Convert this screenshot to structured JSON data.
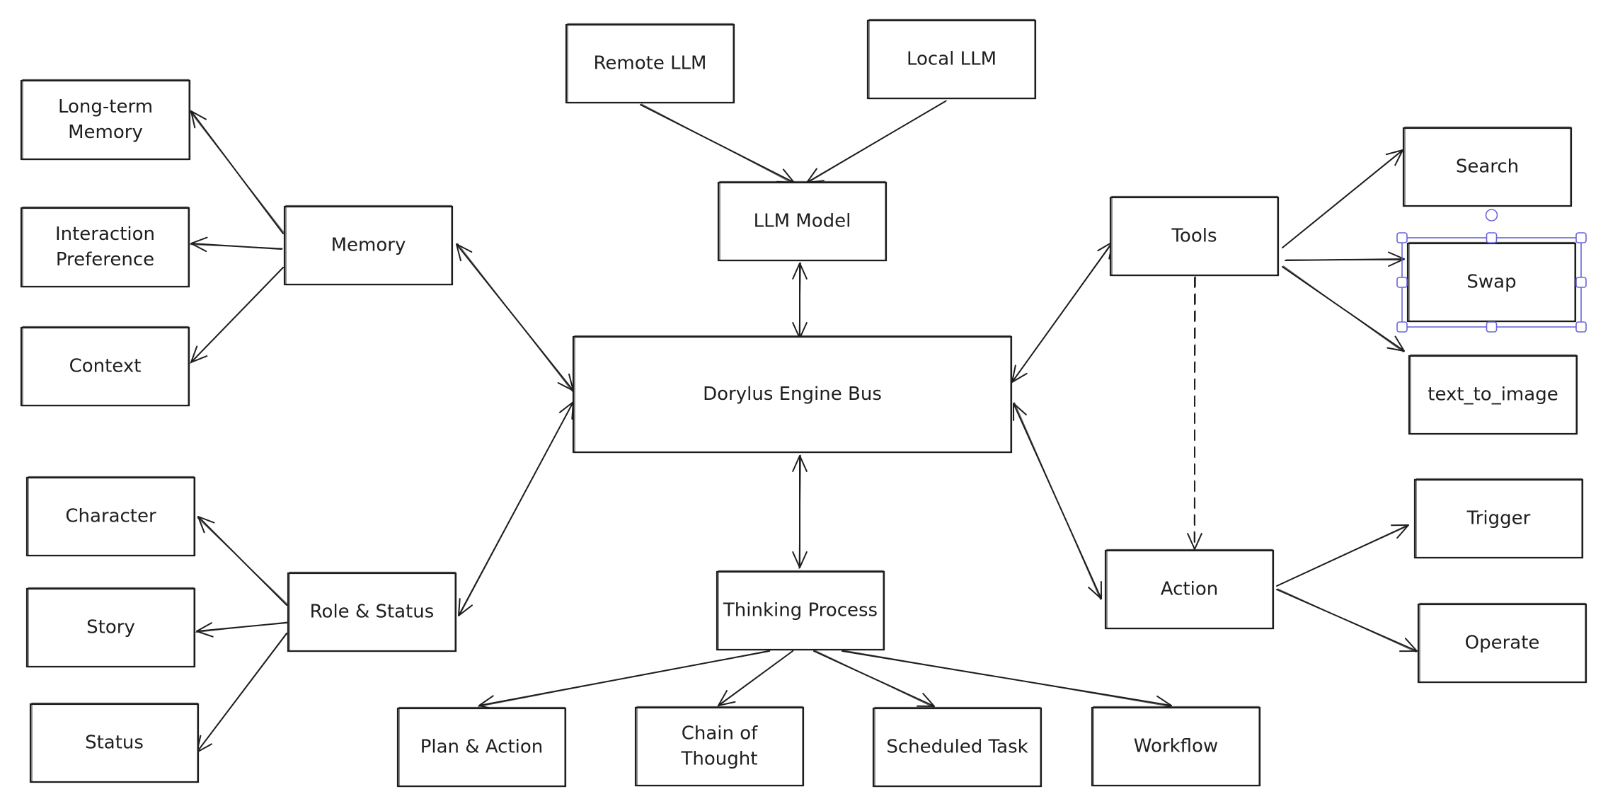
{
  "diagram": {
    "nodes": [
      {
        "id": "remote_llm",
        "label": [
          "Remote LLM"
        ]
      },
      {
        "id": "local_llm",
        "label": [
          "Local LLM"
        ]
      },
      {
        "id": "llm_model",
        "label": [
          "LLM Model"
        ]
      },
      {
        "id": "engine_bus",
        "label": [
          "Dorylus Engine Bus"
        ]
      },
      {
        "id": "memory",
        "label": [
          "Memory"
        ]
      },
      {
        "id": "long_term_memory",
        "label": [
          "Long-term",
          "Memory"
        ]
      },
      {
        "id": "interaction_preference",
        "label": [
          "Interaction",
          "Preference"
        ]
      },
      {
        "id": "context",
        "label": [
          "Context"
        ]
      },
      {
        "id": "role_status",
        "label": [
          "Role & Status"
        ]
      },
      {
        "id": "character",
        "label": [
          "Character"
        ]
      },
      {
        "id": "story",
        "label": [
          "Story"
        ]
      },
      {
        "id": "status",
        "label": [
          "Status"
        ]
      },
      {
        "id": "thinking_process",
        "label": [
          "Thinking Process"
        ]
      },
      {
        "id": "plan_action",
        "label": [
          "Plan & Action"
        ]
      },
      {
        "id": "chain_of_thought",
        "label": [
          "Chain of",
          "Thought"
        ]
      },
      {
        "id": "scheduled_task",
        "label": [
          "Scheduled Task"
        ]
      },
      {
        "id": "workflow",
        "label": [
          "Workflow"
        ]
      },
      {
        "id": "tools",
        "label": [
          "Tools"
        ]
      },
      {
        "id": "search",
        "label": [
          "Search"
        ]
      },
      {
        "id": "swap",
        "label": [
          "Swap"
        ],
        "selected": true
      },
      {
        "id": "text_to_image",
        "label": [
          "text_to_image"
        ]
      },
      {
        "id": "action",
        "label": [
          "Action"
        ]
      },
      {
        "id": "trigger",
        "label": [
          "Trigger"
        ]
      },
      {
        "id": "operate",
        "label": [
          "Operate"
        ]
      }
    ],
    "edges": [
      {
        "from": "remote_llm",
        "to": "llm_model",
        "arrow": "end",
        "style": "solid"
      },
      {
        "from": "local_llm",
        "to": "llm_model",
        "arrow": "end",
        "style": "solid"
      },
      {
        "from": "llm_model",
        "to": "engine_bus",
        "arrow": "both",
        "style": "solid"
      },
      {
        "from": "memory",
        "to": "engine_bus",
        "arrow": "both",
        "style": "solid"
      },
      {
        "from": "memory",
        "to": "long_term_memory",
        "arrow": "end",
        "style": "solid"
      },
      {
        "from": "memory",
        "to": "interaction_preference",
        "arrow": "end",
        "style": "solid"
      },
      {
        "from": "memory",
        "to": "context",
        "arrow": "end",
        "style": "solid"
      },
      {
        "from": "role_status",
        "to": "engine_bus",
        "arrow": "both",
        "style": "solid"
      },
      {
        "from": "role_status",
        "to": "character",
        "arrow": "end",
        "style": "solid"
      },
      {
        "from": "role_status",
        "to": "story",
        "arrow": "end",
        "style": "solid"
      },
      {
        "from": "role_status",
        "to": "status",
        "arrow": "end",
        "style": "solid"
      },
      {
        "from": "engine_bus",
        "to": "thinking_process",
        "arrow": "both",
        "style": "solid"
      },
      {
        "from": "thinking_process",
        "to": "plan_action",
        "arrow": "end",
        "style": "solid"
      },
      {
        "from": "thinking_process",
        "to": "chain_of_thought",
        "arrow": "end",
        "style": "solid"
      },
      {
        "from": "thinking_process",
        "to": "scheduled_task",
        "arrow": "end",
        "style": "solid"
      },
      {
        "from": "thinking_process",
        "to": "workflow",
        "arrow": "end",
        "style": "solid"
      },
      {
        "from": "tools",
        "to": "engine_bus",
        "arrow": "both",
        "style": "solid"
      },
      {
        "from": "tools",
        "to": "search",
        "arrow": "end",
        "style": "solid"
      },
      {
        "from": "tools",
        "to": "swap",
        "arrow": "end",
        "style": "solid"
      },
      {
        "from": "tools",
        "to": "text_to_image",
        "arrow": "end",
        "style": "solid"
      },
      {
        "from": "tools",
        "to": "action",
        "arrow": "end",
        "style": "dashed"
      },
      {
        "from": "engine_bus",
        "to": "action",
        "arrow": "both",
        "style": "solid"
      },
      {
        "from": "action",
        "to": "trigger",
        "arrow": "end",
        "style": "solid"
      },
      {
        "from": "action",
        "to": "operate",
        "arrow": "end",
        "style": "solid"
      }
    ],
    "colors": {
      "ink": "#1e1e1e",
      "selection": "#6965db",
      "background": "#ffffff"
    }
  }
}
